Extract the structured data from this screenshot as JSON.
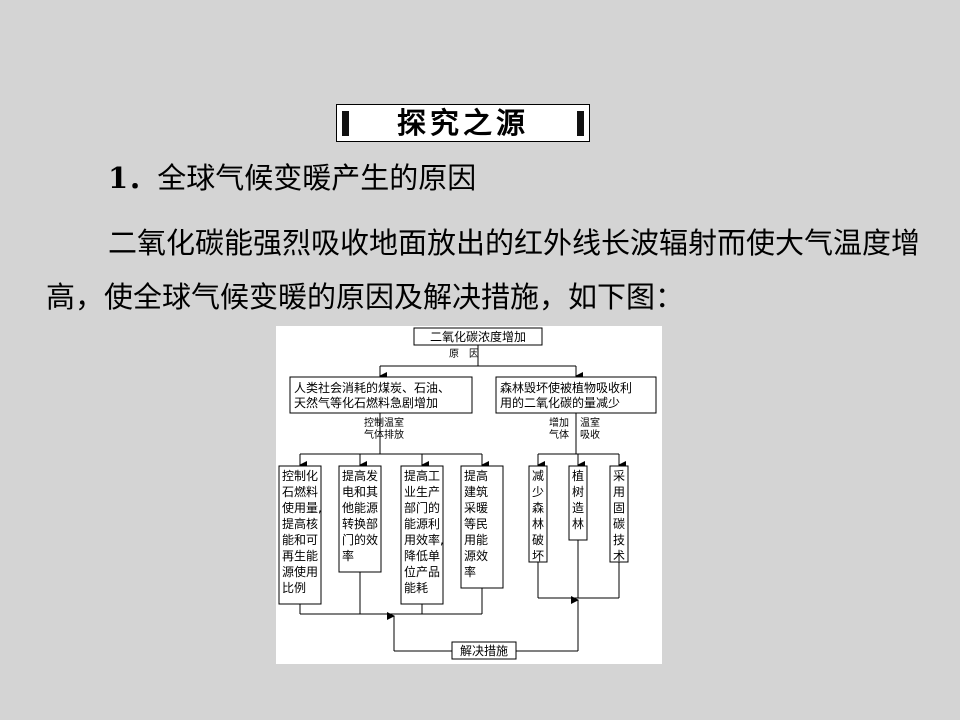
{
  "banner": {
    "title": "探究之源"
  },
  "heading": {
    "number": "1．",
    "text": "全球气候变暖产生的原因"
  },
  "paragraph": "二氧化碳能强烈吸收地面放出的红外线长波辐射而使大气温度增高，使全球气候变暖的原因及解决措施，如下图：",
  "diagram": {
    "top": "二氧化碳浓度增加",
    "reason_label": "原　因",
    "left_cause": [
      "人类社会消耗的煤炭、石油、",
      "天然气等化石燃料急剧增加"
    ],
    "right_cause": [
      "森林毁坏使被植物吸收利",
      "用的二氧化碳的量减少"
    ],
    "left_branch": {
      "a": [
        "控制",
        "气体"
      ],
      "b": [
        "温室",
        "排放"
      ]
    },
    "right_branch": {
      "a": [
        "增加",
        "气体"
      ],
      "b": [
        "温室",
        "吸收"
      ]
    },
    "measures_left": [
      [
        "控制化",
        "石燃料",
        "使用量,",
        "提高核",
        "能和可",
        "再生能",
        "源使用",
        "比例"
      ],
      [
        "提高发",
        "电和其",
        "他能源",
        "转换部",
        "门的效",
        "率"
      ],
      [
        "提高工",
        "业生产",
        "部门的",
        "能源利",
        "用效率,",
        "降低单",
        "位产品",
        "能耗"
      ],
      [
        "提高",
        "建筑",
        "采暖",
        "等民",
        "用能",
        "源效",
        "率"
      ]
    ],
    "measures_right": [
      [
        "减",
        "少",
        "森",
        "林",
        "破",
        "坏"
      ],
      [
        "植",
        "树",
        "造",
        "林"
      ],
      [
        "采",
        "用",
        "固",
        "碳",
        "技",
        "术"
      ]
    ],
    "bottom": "解决措施"
  }
}
